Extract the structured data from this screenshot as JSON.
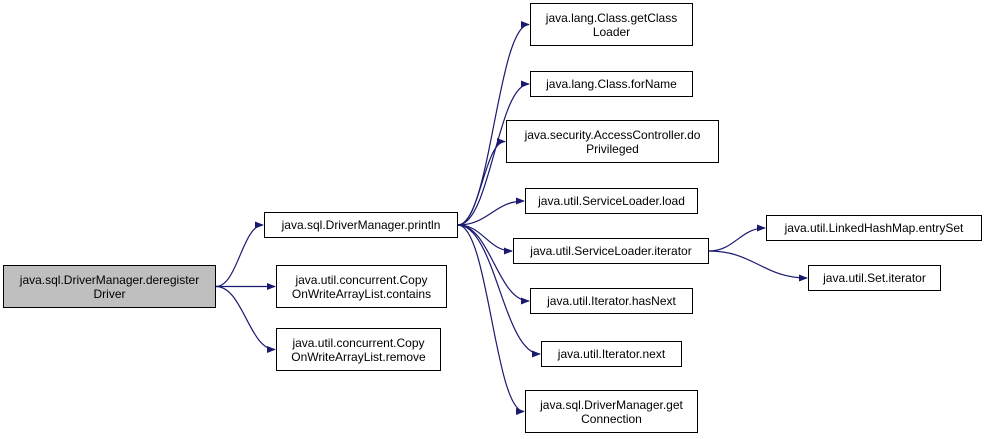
{
  "colors": {
    "edge": "#191970",
    "root_fill": "#bfbfbf",
    "node_fill": "#ffffff",
    "border": "#000000"
  },
  "nodes": [
    {
      "id": "deregister",
      "lines": [
        "java.sql.DriverManager.deregister",
        "Driver"
      ],
      "root": true
    },
    {
      "id": "println",
      "lines": [
        "java.sql.DriverManager.println"
      ]
    },
    {
      "id": "cowal_contains",
      "lines": [
        "java.util.concurrent.Copy",
        "OnWriteArrayList.contains"
      ]
    },
    {
      "id": "cowal_remove",
      "lines": [
        "java.util.concurrent.Copy",
        "OnWriteArrayList.remove"
      ]
    },
    {
      "id": "getClassLoader",
      "lines": [
        "java.lang.Class.getClass",
        "Loader"
      ]
    },
    {
      "id": "forName",
      "lines": [
        "java.lang.Class.forName"
      ]
    },
    {
      "id": "doPrivileged",
      "lines": [
        "java.security.AccessController.do",
        "Privileged"
      ]
    },
    {
      "id": "sl_load",
      "lines": [
        "java.util.ServiceLoader.load"
      ]
    },
    {
      "id": "sl_iterator",
      "lines": [
        "java.util.ServiceLoader.iterator"
      ]
    },
    {
      "id": "hasNext",
      "lines": [
        "java.util.Iterator.hasNext"
      ]
    },
    {
      "id": "next",
      "lines": [
        "java.util.Iterator.next"
      ]
    },
    {
      "id": "getConnection",
      "lines": [
        "java.sql.DriverManager.get",
        "Connection"
      ]
    },
    {
      "id": "entrySet",
      "lines": [
        "java.util.LinkedHashMap.entrySet"
      ]
    },
    {
      "id": "set_iterator",
      "lines": [
        "java.util.Set.iterator"
      ]
    }
  ],
  "edges": [
    {
      "from": "deregister",
      "to": "println"
    },
    {
      "from": "deregister",
      "to": "cowal_contains"
    },
    {
      "from": "deregister",
      "to": "cowal_remove"
    },
    {
      "from": "println",
      "to": "getClassLoader"
    },
    {
      "from": "println",
      "to": "forName"
    },
    {
      "from": "println",
      "to": "doPrivileged"
    },
    {
      "from": "println",
      "to": "sl_load"
    },
    {
      "from": "println",
      "to": "sl_iterator"
    },
    {
      "from": "println",
      "to": "hasNext"
    },
    {
      "from": "println",
      "to": "next"
    },
    {
      "from": "println",
      "to": "getConnection"
    },
    {
      "from": "sl_iterator",
      "to": "entrySet"
    },
    {
      "from": "sl_iterator",
      "to": "set_iterator"
    }
  ]
}
